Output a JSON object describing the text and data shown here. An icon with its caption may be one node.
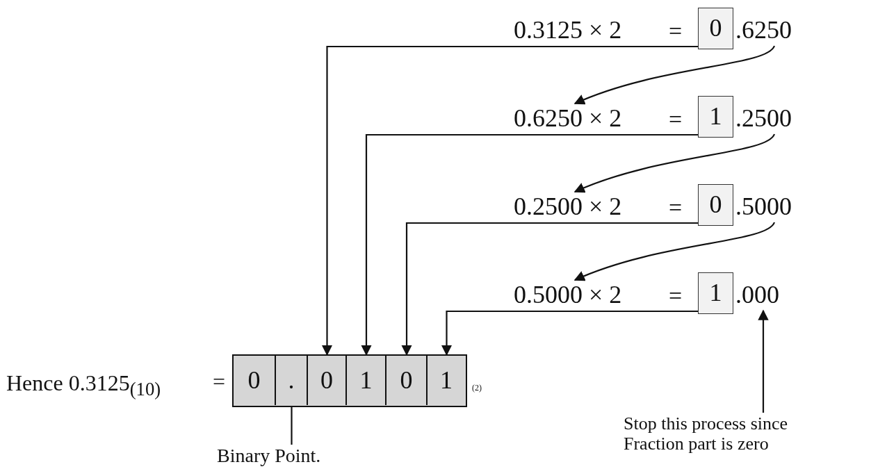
{
  "diagram": {
    "nodes": [
      {
        "text": [
          "0.3125 × 2"
        ]
      },
      {
        "text": [
          "0"
        ]
      },
      {
        "text": [
          ".6250"
        ]
      },
      {
        "text": [
          "0.6250 × 2"
        ]
      },
      {
        "text": [
          "1"
        ]
      },
      {
        "text": [
          ".2500"
        ]
      },
      {
        "text": [
          "0.2500 × 2"
        ]
      },
      {
        "text": [
          "0"
        ]
      },
      {
        "text": [
          ".5000"
        ]
      },
      {
        "text": [
          "0.5000 × 2"
        ]
      },
      {
        "text": [
          "1"
        ]
      },
      {
        "text": [
          ".000"
        ]
      },
      {
        "text": [],
        "shape": "box"
      },
      {
        "text": [
          "0"
        ],
        "in": 12
      },
      {
        "text": [
          "."
        ],
        "in": 12
      },
      {
        "text": [
          "0"
        ],
        "in": 12
      },
      {
        "text": [
          "1"
        ],
        "in": 12
      },
      {
        "text": [
          "0"
        ],
        "in": 12
      },
      {
        "text": [
          "1"
        ],
        "in": 12
      },
      {
        "text": [
          "Binary Point."
        ]
      },
      {
        "text": [
          "Stop this process since Fraction part is zero"
        ]
      }
    ],
    "edges": [
      {
        "from": 1,
        "to": 15,
        "arrow": "to"
      },
      {
        "from": 2,
        "to": 3,
        "arrow": "to"
      },
      {
        "from": 4,
        "to": 16,
        "arrow": "to"
      },
      {
        "from": 5,
        "to": 6,
        "arrow": "to"
      },
      {
        "from": 7,
        "to": 17,
        "arrow": "to"
      },
      {
        "from": 8,
        "to": 9,
        "arrow": "to"
      },
      {
        "from": 10,
        "to": 18,
        "arrow": "to"
      },
      {
        "from": 20,
        "to": 11,
        "arrow": "to"
      },
      {
        "from": 19,
        "to": 14,
        "arrow": "none"
      }
    ],
    "labels": [
      "=",
      "=",
      "=",
      "=",
      "Hence 0.3125$_{(10)}$",
      "=",
      "(2)"
    ]
  }
}
